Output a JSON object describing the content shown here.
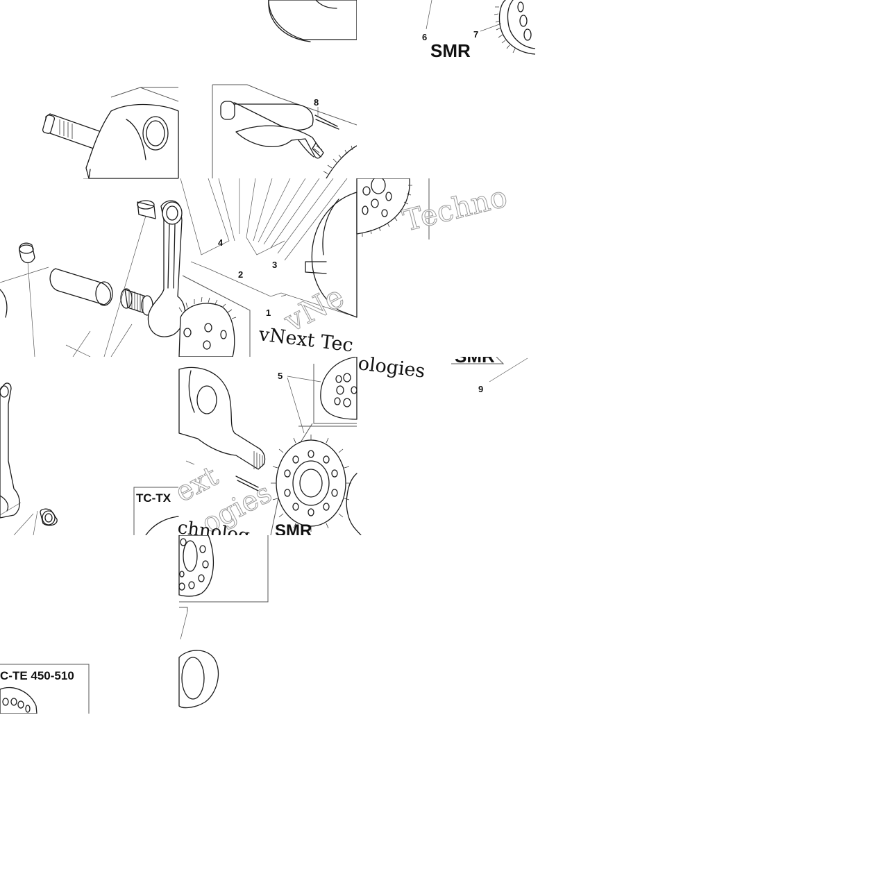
{
  "diagram": {
    "callouts": [
      "1",
      "2",
      "3",
      "4",
      "5",
      "6",
      "7",
      "8",
      "9"
    ],
    "model_labels": {
      "smr": "SMR",
      "tc_tx": "TC-TX",
      "tc_te": "C-TE 450-510"
    },
    "watermark": {
      "line_a": "vNext Tec",
      "line_b": "Techno",
      "line_c": "ologies",
      "line_d": "chnolog",
      "line_e": "ext",
      "line_f": "ogies",
      "line_g": "vNe"
    }
  }
}
